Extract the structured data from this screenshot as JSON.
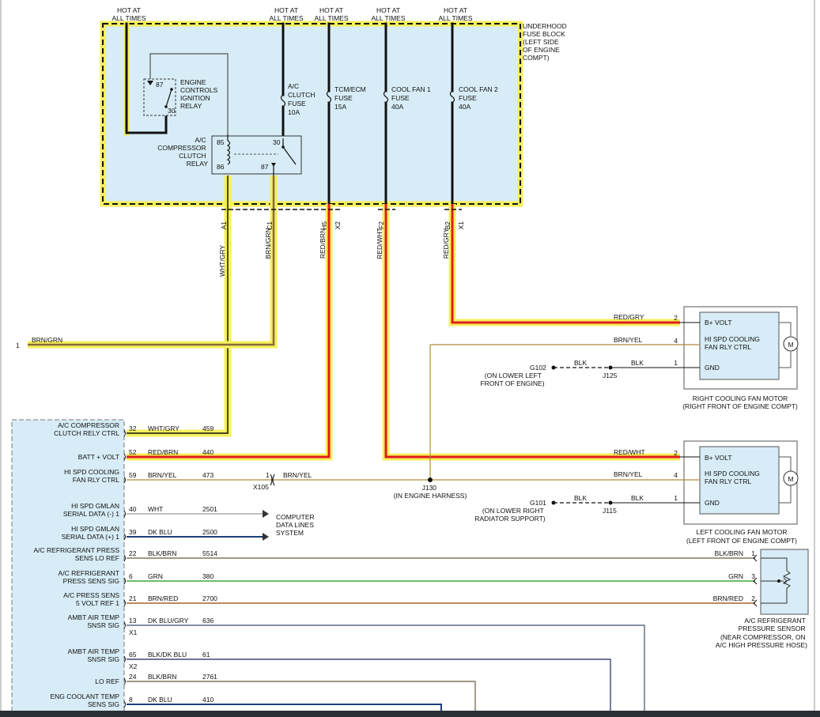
{
  "fuse_block": {
    "title": [
      "UNDERHOOD",
      "FUSE BLOCK",
      "(LEFT SIDE",
      "OF ENGINE",
      "COMPT)"
    ],
    "hot_labels": [
      "HOT AT",
      "ALL TIMES"
    ],
    "relay_engine": [
      "ENGINE",
      "CONTROLS",
      "IGNITION",
      "RELAY"
    ],
    "relay_engine_pins": [
      "87",
      "30"
    ],
    "relay_ac": [
      "A/C",
      "COMPRESSOR",
      "CLUTCH",
      "RELAY"
    ],
    "relay_ac_pins": [
      "85",
      "86",
      "30",
      "87"
    ],
    "fuse_ac": [
      "A/C",
      "CLUTCH",
      "FUSE",
      "10A"
    ],
    "fuse_tcm": [
      "TCM/ECM",
      "FUSE",
      "15A"
    ],
    "fuse_fan1": [
      "COOL FAN 1",
      "FUSE",
      "40A"
    ],
    "fuse_fan2": [
      "COOL FAN 2",
      "FUSE",
      "40A"
    ],
    "pins": [
      "A1",
      "C1",
      "H5",
      "X2",
      "F2",
      "B2",
      "X1"
    ]
  },
  "wires": {
    "wht_gry": "WHT/GRY",
    "brn_grn": "BRN/GRN",
    "red_brn": "RED/BRN",
    "red_wht": "RED/WHT",
    "red_gry": "RED/GRY",
    "brn_yel": "BRN/YEL",
    "blk": "BLK",
    "left_brn_grn_num": "1",
    "left_brn_grn_label": "BRN/GRN"
  },
  "right_fan": {
    "pins": [
      "B+ VOLT",
      "HI SPD COOLING",
      "FAN RLY CTRL",
      "GND"
    ],
    "pin_nums": [
      "2",
      "4",
      "1"
    ],
    "motor": "M",
    "caption": [
      "RIGHT COOLING FAN MOTOR",
      "(RIGHT FRONT OF ENGINE COMPT)"
    ],
    "ground": "G102",
    "ground_loc": [
      "(ON LOWER LEFT",
      "FRONT OF ENGINE)"
    ],
    "splice": "J125"
  },
  "left_fan": {
    "pins": [
      "B+ VOLT",
      "HI SPD COOLING",
      "FAN RLY CTRL",
      "GND"
    ],
    "pin_nums": [
      "2",
      "4",
      "1"
    ],
    "motor": "M",
    "caption": [
      "LEFT COOLING FAN MOTOR",
      "(LEFT FRONT OF ENGINE COMPT)"
    ],
    "ground": "G101",
    "ground_loc": [
      "(ON LOWER RIGHT",
      "RADIATOR SUPPORT)"
    ],
    "splice": "J115"
  },
  "splice_j130": [
    "J130",
    "(IN ENGINE HARNESS)"
  ],
  "x105": {
    "name": "X105",
    "pin": "1"
  },
  "data_lines": [
    "COMPUTER",
    "DATA LINES",
    "SYSTEM"
  ],
  "ecm_rows": [
    {
      "label": [
        "A/C COMPRESSOR",
        "CLUTCH RELY CTRL"
      ],
      "pin": "32",
      "color": "WHT/GRY",
      "circuit": "459"
    },
    {
      "label": [
        "BATT + VOLT"
      ],
      "pin": "52",
      "color": "RED/BRN",
      "circuit": "440"
    },
    {
      "label": [
        "HI SPD COOLING",
        "FAN RLY CTRL"
      ],
      "pin": "59",
      "color": "BRN/YEL",
      "circuit": "473"
    },
    {
      "label": [
        "HI SPD GMLAN",
        "SERIAL DATA (-) 1"
      ],
      "pin": "40",
      "color": "WHT",
      "circuit": "2501"
    },
    {
      "label": [
        "HI SPD GMLAN",
        "SERIAL DATA (+) 1"
      ],
      "pin": "39",
      "color": "DK BLU",
      "circuit": "2500"
    },
    {
      "label": [
        "A/C REFRIGERANT PRESS",
        "SENS LO REF"
      ],
      "pin": "22",
      "color": "BLK/BRN",
      "circuit": "5514"
    },
    {
      "label": [
        "A/C REFRIGERANT",
        "PRESS SENS SIG"
      ],
      "pin": "6",
      "color": "GRN",
      "circuit": "380"
    },
    {
      "label": [
        "A/C PRESS SENS",
        "5 VOLT REF 1"
      ],
      "pin": "21",
      "color": "BRN/RED",
      "circuit": "2700"
    },
    {
      "label": [
        "AMBT AIR TEMP",
        "SNSR SIG"
      ],
      "pin": "13",
      "color": "DK BLU/GRY",
      "circuit": "636",
      "connector": "X1"
    },
    {
      "label": [
        "AMBT AIR TEMP",
        "SNSR SIG"
      ],
      "pin": "65",
      "color": "BLK/DK BLU",
      "circuit": "61",
      "connector": "X2"
    },
    {
      "label": [
        "LO REF"
      ],
      "pin": "24",
      "color": "BLK/BRN",
      "circuit": "2761"
    },
    {
      "label": [
        "ENG COOLANT TEMP",
        "SENS SIG"
      ],
      "pin": "8",
      "color": "DK BLU",
      "circuit": "410"
    }
  ],
  "pressure_sensor": {
    "pins": [
      {
        "color": "BLK/BRN",
        "num": "1"
      },
      {
        "color": "GRN",
        "num": "3"
      },
      {
        "color": "BRN/RED",
        "num": "2"
      }
    ],
    "caption": [
      "A/C REFRIGERANT",
      "PRESSURE SENSOR",
      "(NEAR COMPRESSOR, ON",
      "A/C HIGH PRESSURE HOSE)"
    ]
  },
  "colors": {
    "highlight": "#f5f05a",
    "red": "#e21b1b",
    "box_fill": "#d7ecf6",
    "brn_yel": "#b38b3a",
    "grn": "#3aa63a",
    "brn_red": "#a8622b",
    "blk_brn": "#6b5a3c",
    "dk_blu": "#1c3f7a",
    "dk_blu_gry": "#5a6a84"
  }
}
